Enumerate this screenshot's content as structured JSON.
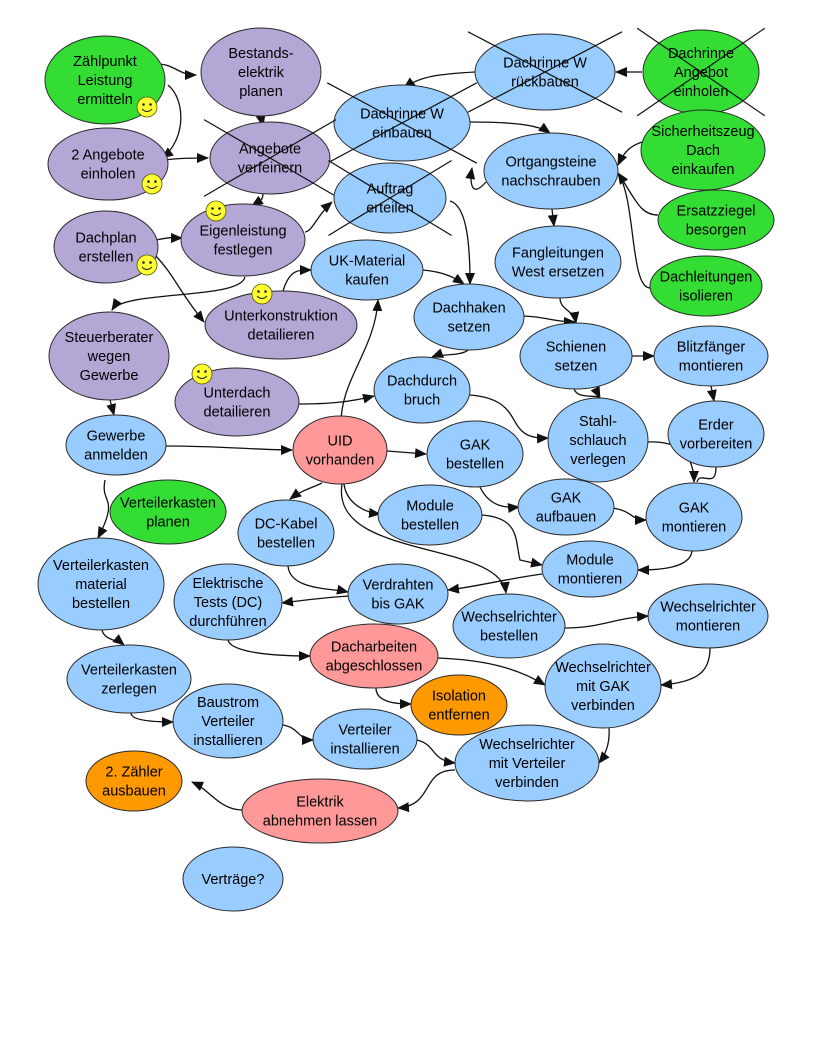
{
  "colors": {
    "green": "#33dd33",
    "purple": "#b4a7d6",
    "blue": "#99ccff",
    "pink": "#ff9999",
    "orange": "#ff9900",
    "smiley": "#ffff33",
    "stroke": "#2b2b2b",
    "edge": "#111111"
  },
  "nodes": {
    "zaehlpunkt": {
      "lines": [
        "Zählpunkt",
        "Leistung",
        "ermitteln"
      ],
      "color": "green",
      "smiley": true
    },
    "bestandselektrik": {
      "lines": [
        "Bestands-",
        "elektrik",
        "planen"
      ],
      "color": "purple"
    },
    "dachrinne_rueckbauen": {
      "lines": [
        "Dachrinne W",
        "rückbauen"
      ],
      "color": "blue",
      "crossed": true
    },
    "dachrinne_angebot": {
      "lines": [
        "Dachrinne",
        "Angebot",
        "einholen"
      ],
      "color": "green",
      "crossed": true
    },
    "dachrinne_einbauen": {
      "lines": [
        "Dachrinne W",
        "einbauen"
      ],
      "color": "blue",
      "crossed": true
    },
    "angebote_einholen": {
      "lines": [
        "2 Angebote",
        "einholen"
      ],
      "color": "purple",
      "smiley": true
    },
    "angebote_verfeinern": {
      "lines": [
        "Angebote",
        "verfeinern"
      ],
      "color": "purple",
      "crossed": true
    },
    "ortgangsteine": {
      "lines": [
        "Ortgangsteine",
        "nachschrauben"
      ],
      "color": "blue"
    },
    "sicherheitszeug": {
      "lines": [
        "Sicherheitszeug",
        "Dach",
        "einkaufen"
      ],
      "color": "green"
    },
    "auftrag_erteilen": {
      "lines": [
        "Auftrag",
        "erteilen"
      ],
      "color": "blue",
      "crossed": true
    },
    "ersatzziegel": {
      "lines": [
        "Ersatzziegel",
        "besorgen"
      ],
      "color": "green"
    },
    "dachplan": {
      "lines": [
        "Dachplan",
        "erstellen"
      ],
      "color": "purple",
      "smiley": true
    },
    "eigenleistung": {
      "lines": [
        "Eigenleistung",
        "festlegen"
      ],
      "color": "purple",
      "smiley": true
    },
    "fangleitungen": {
      "lines": [
        "Fangleitungen",
        "West ersetzen"
      ],
      "color": "blue"
    },
    "uk_material": {
      "lines": [
        "UK-Material",
        "kaufen"
      ],
      "color": "blue"
    },
    "dachleitungen": {
      "lines": [
        "Dachleitungen",
        "isolieren"
      ],
      "color": "green"
    },
    "dachhaken": {
      "lines": [
        "Dachhaken",
        "setzen"
      ],
      "color": "blue"
    },
    "unterkonstruktion": {
      "lines": [
        "Unterkonstruktion",
        "detailieren"
      ],
      "color": "purple",
      "smiley": true
    },
    "steuerberater": {
      "lines": [
        "Steuerberater",
        "wegen",
        "Gewerbe"
      ],
      "color": "purple"
    },
    "schienen": {
      "lines": [
        "Schienen",
        "setzen"
      ],
      "color": "blue"
    },
    "blitzfaenger": {
      "lines": [
        "Blitzfänger",
        "montieren"
      ],
      "color": "blue"
    },
    "unterdach": {
      "lines": [
        "Unterdach",
        "detailieren"
      ],
      "color": "purple",
      "smiley": true
    },
    "dachdurchbruch": {
      "lines": [
        "Dachdurch",
        "bruch"
      ],
      "color": "blue"
    },
    "stahlschlauch": {
      "lines": [
        "Stahl-",
        "schlauch",
        "verlegen"
      ],
      "color": "blue"
    },
    "erder": {
      "lines": [
        "Erder",
        "vorbereiten"
      ],
      "color": "blue"
    },
    "gewerbe": {
      "lines": [
        "Gewerbe",
        "anmelden"
      ],
      "color": "blue"
    },
    "uid": {
      "lines": [
        "UID",
        "vorhanden"
      ],
      "color": "pink"
    },
    "gak_bestellen": {
      "lines": [
        "GAK",
        "bestellen"
      ],
      "color": "blue"
    },
    "verteilerkasten_planen": {
      "lines": [
        "Verteilerkasten",
        "planen"
      ],
      "color": "green"
    },
    "gak_aufbauen": {
      "lines": [
        "GAK",
        "aufbauen"
      ],
      "color": "blue"
    },
    "gak_montieren": {
      "lines": [
        "GAK",
        "montieren"
      ],
      "color": "blue"
    },
    "dc_kabel": {
      "lines": [
        "DC-Kabel",
        "bestellen"
      ],
      "color": "blue"
    },
    "module_bestellen": {
      "lines": [
        "Module",
        "bestellen"
      ],
      "color": "blue"
    },
    "verteilerkasten_material": {
      "lines": [
        "Verteilerkasten",
        "material",
        "bestellen"
      ],
      "color": "blue"
    },
    "module_montieren": {
      "lines": [
        "Module",
        "montieren"
      ],
      "color": "blue"
    },
    "elektrische_tests": {
      "lines": [
        "Elektrische",
        "Tests (DC)",
        "durchführen"
      ],
      "color": "blue"
    },
    "verdrahten": {
      "lines": [
        "Verdrahten",
        "bis GAK"
      ],
      "color": "blue"
    },
    "wr_bestellen": {
      "lines": [
        "Wechselrichter",
        "bestellen"
      ],
      "color": "blue"
    },
    "wr_montieren": {
      "lines": [
        "Wechselrichter",
        "montieren"
      ],
      "color": "blue"
    },
    "dacharbeiten": {
      "lines": [
        "Dacharbeiten",
        "abgeschlossen"
      ],
      "color": "pink"
    },
    "verteilerkasten_zerlegen": {
      "lines": [
        "Verteilerkasten",
        "zerlegen"
      ],
      "color": "blue"
    },
    "wr_gak": {
      "lines": [
        "Wechselrichter",
        "mit GAK",
        "verbinden"
      ],
      "color": "blue"
    },
    "isolation": {
      "lines": [
        "Isolation",
        "entfernen"
      ],
      "color": "orange"
    },
    "baustrom": {
      "lines": [
        "Baustrom",
        "Verteiler",
        "installieren"
      ],
      "color": "blue"
    },
    "verteiler_installieren": {
      "lines": [
        "Verteiler",
        "installieren"
      ],
      "color": "blue"
    },
    "wr_verteiler": {
      "lines": [
        "Wechselrichter",
        "mit Verteiler",
        "verbinden"
      ],
      "color": "blue"
    },
    "zaehler": {
      "lines": [
        "2. Zähler",
        "ausbauen"
      ],
      "color": "orange"
    },
    "elektrik": {
      "lines": [
        "Elektrik",
        "abnehmen lassen"
      ],
      "color": "pink"
    },
    "vertraege": {
      "lines": [
        "Verträge?"
      ],
      "color": "blue"
    }
  }
}
